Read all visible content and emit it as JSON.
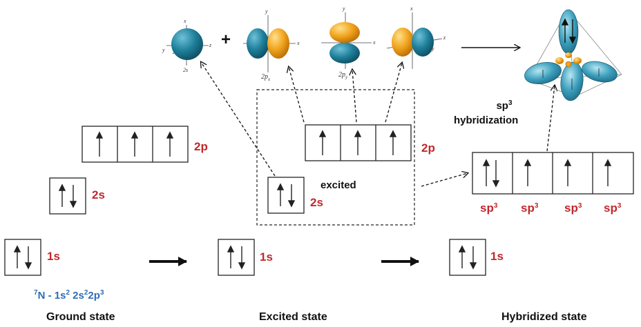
{
  "ground": {
    "title": "Ground state",
    "labels": {
      "p": "2p",
      "s2": "2s",
      "s1": "1s"
    },
    "config": {
      "mass": "7",
      "element": "N",
      "sep": " - ",
      "s1": "1s",
      "e1": "2",
      "s2": " 2s",
      "e2": "2",
      "p": "2p",
      "e3": "3"
    }
  },
  "excited": {
    "title": "Excited state",
    "labels": {
      "p": "2p",
      "s2": "2s",
      "s1": "1s"
    },
    "note": "excited"
  },
  "hybridized": {
    "title": "Hybridized state",
    "label_s1": "1s",
    "hybrid_label": {
      "sp": "sp",
      "exp": "3",
      "line2": "hybridization"
    },
    "orbital_labels": [
      {
        "base": "sp",
        "exp": "3"
      },
      {
        "base": "sp",
        "exp": "3"
      },
      {
        "base": "sp",
        "exp": "3"
      },
      {
        "base": "sp",
        "exp": "3"
      }
    ]
  },
  "orbitals": {
    "plus": "+",
    "s": {
      "name": "2s",
      "axes": {
        "top": "x",
        "left": "y",
        "right": "z"
      }
    },
    "px": {
      "name": "2p",
      "sub": "x",
      "axes": {
        "top": "y",
        "right": "x"
      }
    },
    "py": {
      "name": "2p",
      "sub": "y",
      "axes": {
        "top": "y",
        "right": "x"
      }
    },
    "pz": {
      "name": "",
      "axes": {
        "top": "x",
        "right": "z",
        "bottom": "y"
      }
    }
  },
  "colors": {
    "red": "#c0282c",
    "blue": "#2f6db5",
    "teal": "#1e7f9a",
    "orange": "#f0a21c"
  }
}
